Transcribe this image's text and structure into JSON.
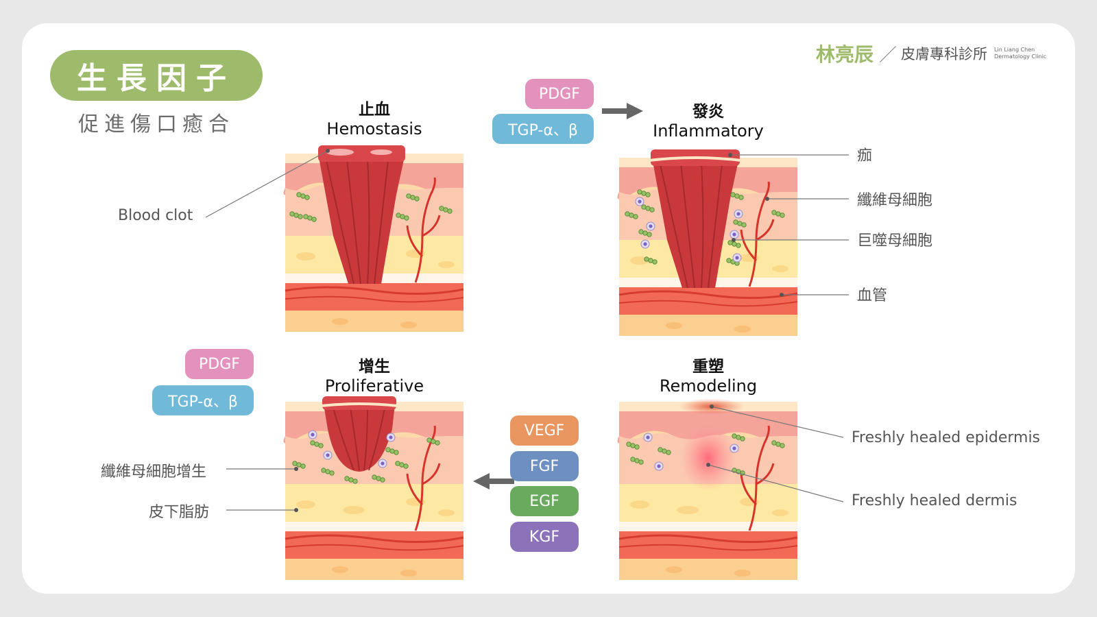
{
  "header": {
    "title": "生長因子",
    "subtitle": "促進傷口癒合",
    "brand_name": "林亮辰",
    "brand_clinic": "皮膚專科診所",
    "brand_en_line1": "Lin Liang Chen",
    "brand_en_line2": "Dermatology Clinic"
  },
  "stages": {
    "hemostasis": {
      "zh": "止血",
      "en": "Hemostasis"
    },
    "inflammatory": {
      "zh": "發炎",
      "en": "Inflammatory"
    },
    "proliferative": {
      "zh": "增生",
      "en": "Proliferative"
    },
    "remodeling": {
      "zh": "重塑",
      "en": "Remodeling"
    }
  },
  "factors": {
    "pdgf": "PDGF",
    "tgp": "TGP-α、β",
    "vegf": "VEGF",
    "fgf": "FGF",
    "egf": "EGF",
    "kgf": "KGF"
  },
  "labels": {
    "blood_clot": "Blood clot",
    "scab": "痂",
    "fibroblast": "纖維母細胞",
    "macrophage": "巨噬母細胞",
    "blood_vessel": "血管",
    "fibroblast_proliferation": "纖維母細胞增生",
    "subcutaneous_fat": "皮下脂肪",
    "new_epidermis": "Freshly healed epidermis",
    "new_dermis": "Freshly healed dermis"
  },
  "colors": {
    "accent_green": "#9dbb6a",
    "pdgf": "#e391bd",
    "tgp": "#71b9d9",
    "vegf": "#e89560",
    "fgf": "#6e8fc2",
    "egf": "#6aaa5f",
    "kgf": "#8c72b8"
  }
}
